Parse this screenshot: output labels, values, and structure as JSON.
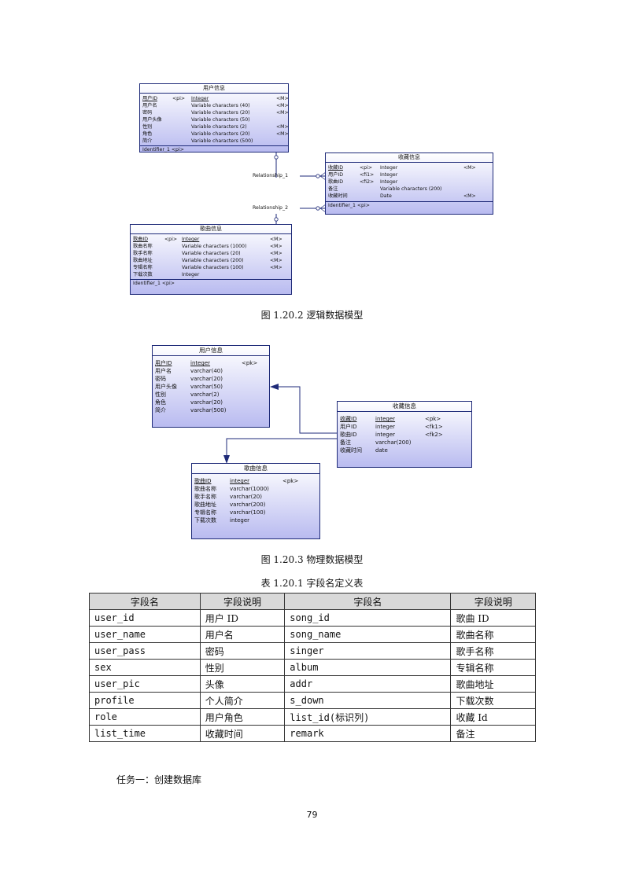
{
  "logical_model": {
    "user_entity": {
      "title": "用户信息",
      "rows": [
        [
          "用户ID",
          "<pi>",
          "Integer",
          "<M>"
        ],
        [
          "用户名",
          "",
          "Variable characters (40)",
          "<M>"
        ],
        [
          "密码",
          "",
          "Variable characters (20)",
          "<M>"
        ],
        [
          "用户头像",
          "",
          "Variable characters (50)",
          ""
        ],
        [
          "性别",
          "",
          "Variable characters (2)",
          "<M>"
        ],
        [
          "角色",
          "",
          "Variable characters (20)",
          "<M>"
        ],
        [
          "简介",
          "",
          "Variable characters (500)",
          ""
        ]
      ],
      "identifier": "Identifier_1  <pi>"
    },
    "fav_entity": {
      "title": "收藏信息",
      "rows": [
        [
          "收藏ID",
          "<pi>",
          "Integer",
          "<M>"
        ],
        [
          "用户ID",
          "<fi1>",
          "Integer",
          ""
        ],
        [
          "歌曲ID",
          "<fi2>",
          "Integer",
          ""
        ],
        [
          "备注",
          "",
          "Variable characters (200)",
          ""
        ],
        [
          "收藏时间",
          "",
          "Date",
          "<M>"
        ]
      ],
      "identifier": "Identifier_1  <pi>"
    },
    "song_entity": {
      "title": "歌曲信息",
      "rows": [
        [
          "歌曲ID",
          "<pi>",
          "Integer",
          "<M>"
        ],
        [
          "歌曲名称",
          "",
          "Variable characters (1000)",
          "<M>"
        ],
        [
          "歌手名称",
          "",
          "Variable characters (20)",
          "<M>"
        ],
        [
          "歌曲地址",
          "",
          "Variable characters (200)",
          "<M>"
        ],
        [
          "专辑名称",
          "",
          "Variable characters (100)",
          "<M>"
        ],
        [
          "下载次数",
          "",
          "Integer",
          ""
        ]
      ],
      "identifier": "Identifier_1  <pi>"
    },
    "relationship_1": "Relationship_1",
    "relationship_2": "Relationship_2",
    "caption": "图 1.20.2 逻辑数据模型"
  },
  "physical_model": {
    "user_table": {
      "title": "用户信息",
      "rows": [
        [
          "用户ID",
          "integer",
          "<pk>"
        ],
        [
          "用户名",
          "varchar(40)",
          ""
        ],
        [
          "密码",
          "varchar(20)",
          ""
        ],
        [
          "用户头像",
          "varchar(50)",
          ""
        ],
        [
          "性别",
          "varchar(2)",
          ""
        ],
        [
          "角色",
          "varchar(20)",
          ""
        ],
        [
          "简介",
          "varchar(500)",
          ""
        ]
      ]
    },
    "fav_table": {
      "title": "收藏信息",
      "rows": [
        [
          "收藏ID",
          "integer",
          "<pk>"
        ],
        [
          "用户ID",
          "integer",
          "<fk1>"
        ],
        [
          "歌曲ID",
          "integer",
          "<fk2>"
        ],
        [
          "备注",
          "varchar(200)",
          ""
        ],
        [
          "收藏时间",
          "date",
          ""
        ]
      ]
    },
    "song_table": {
      "title": "歌曲信息",
      "rows": [
        [
          "歌曲ID",
          "integer",
          "<pk>"
        ],
        [
          "歌曲名称",
          "varchar(1000)",
          ""
        ],
        [
          "歌手名称",
          "varchar(20)",
          ""
        ],
        [
          "歌曲地址",
          "varchar(200)",
          ""
        ],
        [
          "专辑名称",
          "varchar(100)",
          ""
        ],
        [
          "下载次数",
          "integer",
          ""
        ]
      ]
    },
    "caption": "图 1.20.3 物理数据模型"
  },
  "field_table": {
    "caption": "表 1.20.1 字段名定义表",
    "headers": [
      "字段名",
      "字段说明",
      "字段名",
      "字段说明"
    ],
    "rows": [
      [
        "user_id",
        "用户 ID",
        "song_id",
        "歌曲 ID"
      ],
      [
        "user_name",
        "用户名",
        "song_name",
        "歌曲名称"
      ],
      [
        "user_pass",
        "密码",
        "singer",
        "歌手名称"
      ],
      [
        "sex",
        "性别",
        "album",
        "专辑名称"
      ],
      [
        "user_pic",
        "头像",
        "addr",
        "歌曲地址"
      ],
      [
        "profile",
        "个人简介",
        "s_down",
        "下载次数"
      ],
      [
        "role",
        "用户角色",
        "list_id(标识列)",
        "收藏 Id"
      ],
      [
        "list_time",
        "收藏时间",
        "remark",
        "备注"
      ]
    ]
  },
  "task_heading": "任务一：创建数据库",
  "page_number": "79",
  "colors": {
    "entity_border": "#1e2a78",
    "entity_fill_bottom": "#b9bbf0",
    "header_gray": "#d9d9d9"
  }
}
